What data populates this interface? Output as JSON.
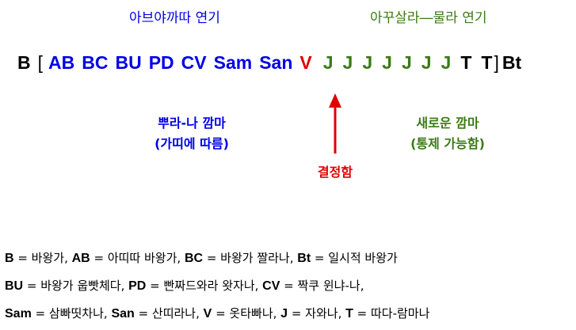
{
  "phases": {
    "left_title": "아브야까따 연기",
    "right_title": "아꾸살라―물라 연기"
  },
  "sequence": {
    "open_start": "B",
    "open_bracket": "[",
    "blue_tokens": [
      "AB",
      "BC",
      "BU",
      "PD",
      "CV",
      "Sam",
      "San"
    ],
    "red_token": "V",
    "green_tokens": [
      "J",
      "J",
      "J",
      "J",
      "J",
      "J",
      "J"
    ],
    "black_tokens": [
      "T",
      "T"
    ],
    "close_bracket": "]",
    "close_end": "Bt"
  },
  "left_label": {
    "line1": "뿌라-나 깜마",
    "line2": "(가띠에 따름)"
  },
  "right_label": {
    "line1": "새로운 깜마",
    "line2": "(통제 가능함)"
  },
  "pointer_label": "결정함",
  "colors": {
    "blue": "#0000e6",
    "green": "#3a7a14",
    "red": "#e00000",
    "black": "#000000"
  },
  "legend": [
    [
      {
        "abbr": "B",
        "text": " = 바왕가, "
      },
      {
        "abbr": "AB",
        "text": " = 아띠따 바왕가, "
      },
      {
        "abbr": "BC",
        "text": " = 바왕가 짤라나, "
      },
      {
        "abbr": "Bt",
        "text": " = 일시적 바왕가"
      }
    ],
    [
      {
        "abbr": "BU",
        "text": " = 바왕가 웁빳체다, "
      },
      {
        "abbr": "PD",
        "text": " = 빤짜드와라 왓자나, "
      },
      {
        "abbr": "CV",
        "text": " = 짝쿠 윈냐-나,"
      }
    ],
    [
      {
        "abbr": "Sam",
        "text": " = 삼빠띳차나, "
      },
      {
        "abbr": "San",
        "text": " = 산띠라나, "
      },
      {
        "abbr": "V",
        "text": " = 옷타빠나, "
      },
      {
        "abbr": "J",
        "text": " = 자와나, "
      },
      {
        "abbr": "T",
        "text": " =  따다-람마나"
      }
    ]
  ]
}
